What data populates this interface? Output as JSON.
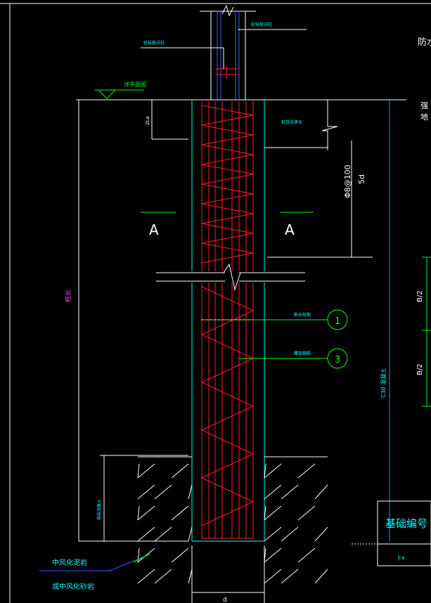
{
  "title_block": {
    "label": "基础编号",
    "code": "J-x"
  },
  "labels": {
    "top_right_cut": "防水",
    "mid_right_cut_1": "强",
    "mid_right_cut_2": "地",
    "stirrup_dense": "Φ8@100",
    "dense_length": "5d",
    "section_left": "A",
    "section_right": "A",
    "callout_1": "1",
    "callout_3": "3",
    "half_b_upper": "B/2",
    "half_b_lower": "B/2",
    "bottom_dim": "d",
    "concrete": "C30 混凝土",
    "rock_1": "中风化泥岩",
    "rock_2": "或中风化砂岩",
    "ground": "详平面图",
    "pile_length": "桩长",
    "top_note": "柱纵筋详柱",
    "left_note": "柱纵筋详柱",
    "cap_note": "桩顶详承台",
    "embed_note": "2La",
    "main_bar_note": "桩长纵筋",
    "spiral_note": "螺旋箍筋",
    "rock_socket": "嵌岩深度≥"
  },
  "colors": {
    "background": "#000000",
    "outline": "#ffffff",
    "pile": "#00d4c8",
    "rebar": "#ff2020",
    "dimension": "#00ffff",
    "leader": "#00ff00",
    "column": "#3060ff",
    "magenta": "#ff40ff",
    "yellow": "#ffff40"
  }
}
